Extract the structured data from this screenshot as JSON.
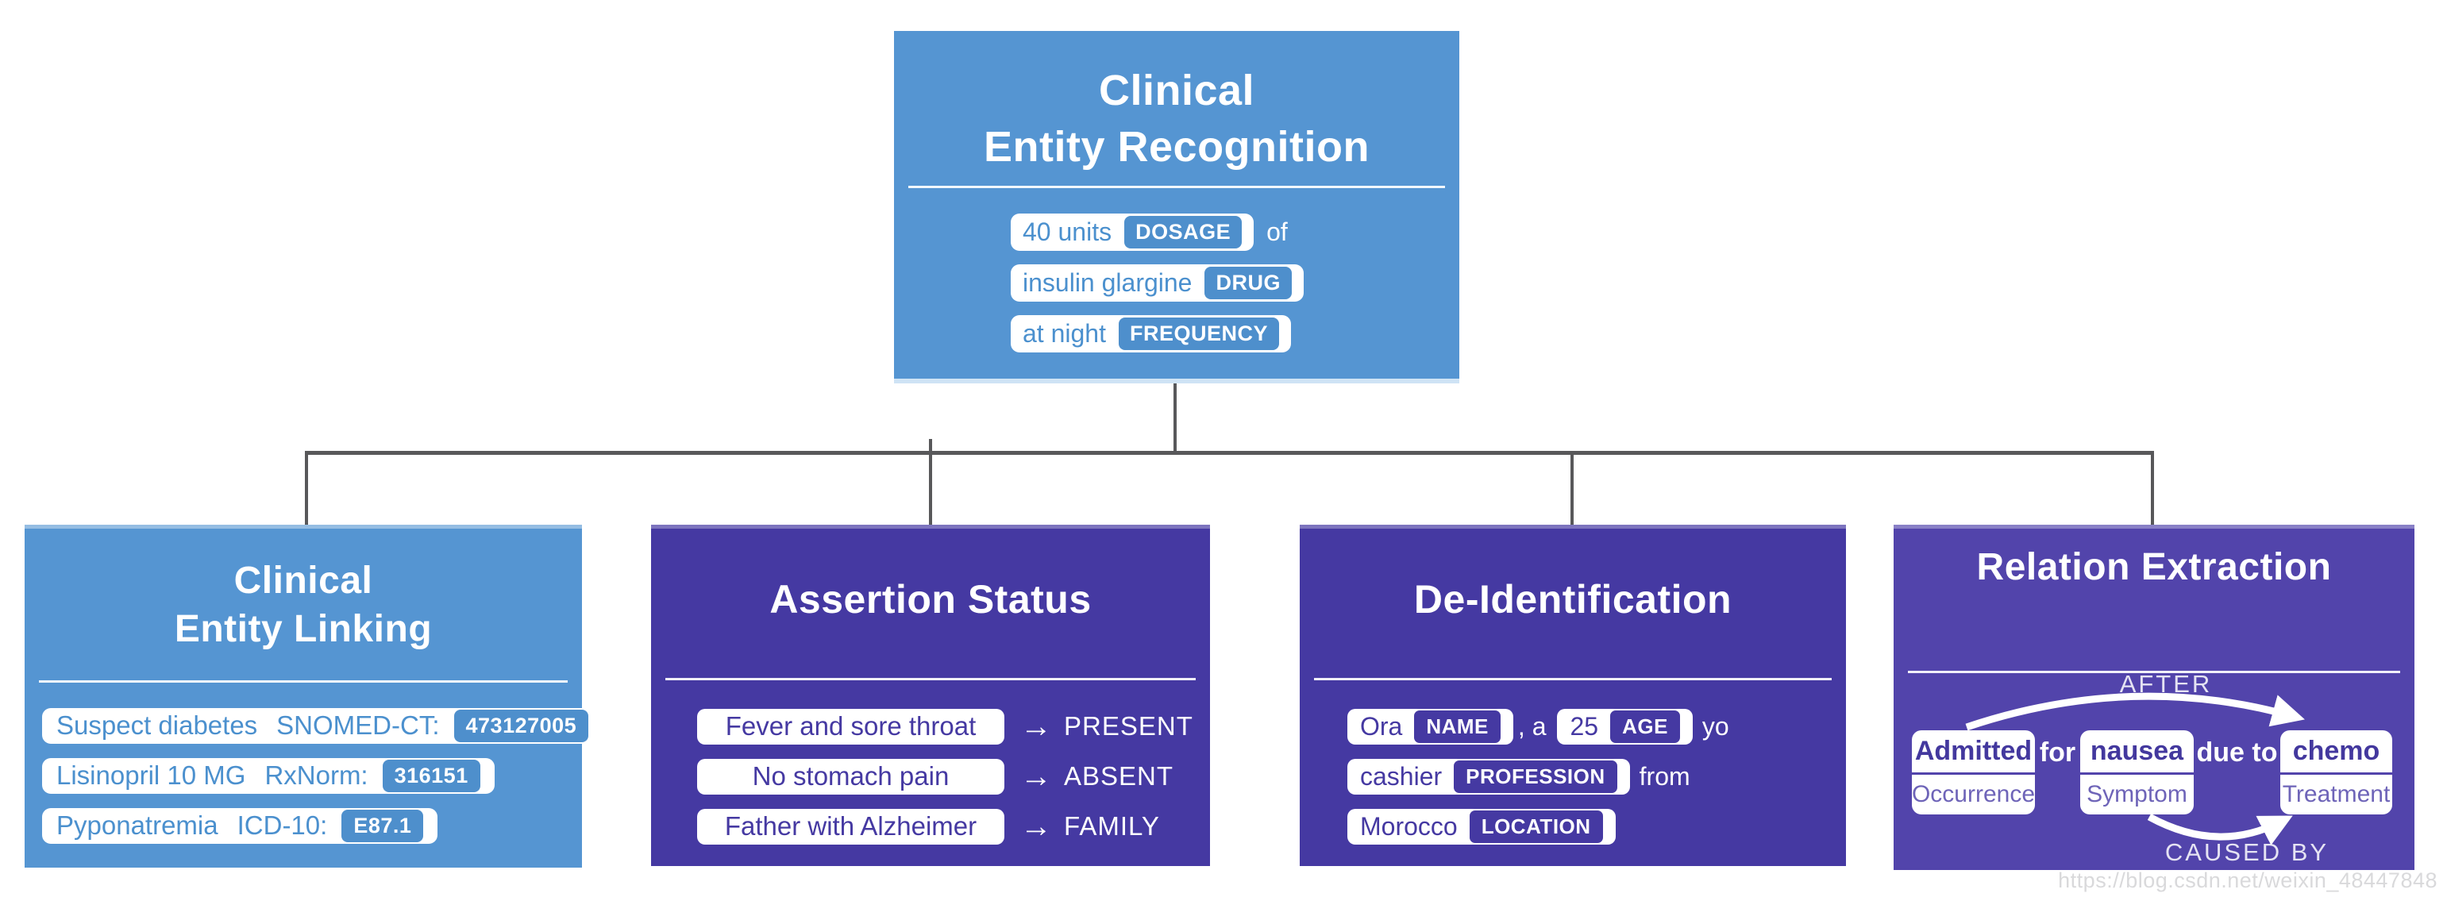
{
  "colors": {
    "blue_box": "#5595d2",
    "blue_chip": "#4e8fcc",
    "blue_text": "#4b90ce",
    "purple_box": "#4539a2",
    "relation_box": "#5244ab",
    "connector_gray": "#58585a",
    "card_entity_text": "#43389e",
    "card_type_text": "#6e64b8",
    "watermark_gray": "#d9d9db"
  },
  "top_box": {
    "title_line1": "Clinical",
    "title_line2": "Entity Recognition",
    "rows": [
      {
        "text": "40 units",
        "tag": "DOSAGE",
        "suffix": "of"
      },
      {
        "text": "insulin glargine",
        "tag": "DRUG",
        "suffix": ""
      },
      {
        "text": "at night",
        "tag": "FREQUENCY",
        "suffix": ""
      }
    ]
  },
  "entity_linking": {
    "title_line1": "Clinical",
    "title_line2": "Entity Linking",
    "rows": [
      {
        "text": "Suspect diabetes",
        "system": "SNOMED-CT:",
        "code": "473127005"
      },
      {
        "text": "Lisinopril 10 MG",
        "system": "RxNorm:",
        "code": "316151"
      },
      {
        "text": "Pyponatremia",
        "system": "ICD-10:",
        "code": "E87.1"
      }
    ]
  },
  "assertion_status": {
    "title": "Assertion Status",
    "rows": [
      {
        "text": "Fever and sore throat",
        "arrow": "→",
        "status": "PRESENT"
      },
      {
        "text": "No stomach pain",
        "arrow": "→",
        "status": "ABSENT"
      },
      {
        "text": "Father with Alzheimer",
        "arrow": "→",
        "status": "FAMILY"
      }
    ]
  },
  "deidentification": {
    "title": "De-Identification",
    "row1": {
      "chip1_text": "Ora",
      "chip1_tag": "NAME",
      "mid": ", a",
      "chip2_text": "25",
      "chip2_tag": "AGE",
      "suffix": "yo"
    },
    "row2": {
      "chip_text": "cashier",
      "chip_tag": "PROFESSION",
      "suffix": "from"
    },
    "row3": {
      "chip_text": "Morocco",
      "chip_tag": "LOCATION"
    }
  },
  "relation_extraction": {
    "title": "Relation Extraction",
    "top_relation": "AFTER",
    "bottom_relation": "CAUSED BY",
    "cards": [
      {
        "entity": "Admitted",
        "type": "Occurrence"
      },
      {
        "entity": "nausea",
        "type": "Symptom"
      },
      {
        "entity": "chemo",
        "type": "Treatment"
      }
    ],
    "connectors": [
      {
        "word": "for"
      },
      {
        "word": "due to"
      }
    ]
  },
  "watermark": {
    "text": "https://blog.csdn.net/weixin_48447848"
  }
}
